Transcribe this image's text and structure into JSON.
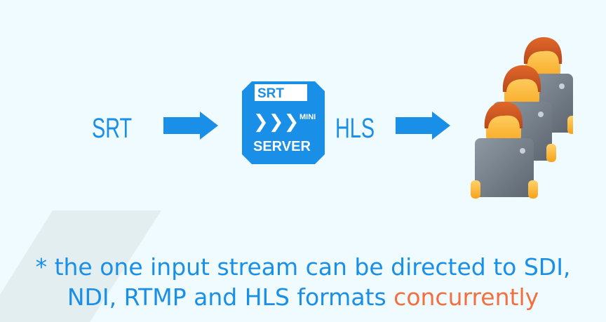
{
  "flow": {
    "input_label": "SRT",
    "output_label": "HLS"
  },
  "server_logo": {
    "top_text": "SRT",
    "badge_text": "MINI",
    "bottom_text": "SERVER",
    "chevrons": "❯❯❯"
  },
  "footnote": {
    "line1": "* the one input stream can be directed to SDI,",
    "line2_main": "NDI, RTMP and HLS formats ",
    "line2_highlight": "concurrently"
  },
  "icons": {
    "arrow": "right-arrow-icon",
    "viewers": "viewers-with-laptops-icon"
  },
  "colors": {
    "background": "#effbfe",
    "primary_blue": "#1a8fe8",
    "highlight_orange": "#f36f3d",
    "stripe": "#e2edf0"
  }
}
